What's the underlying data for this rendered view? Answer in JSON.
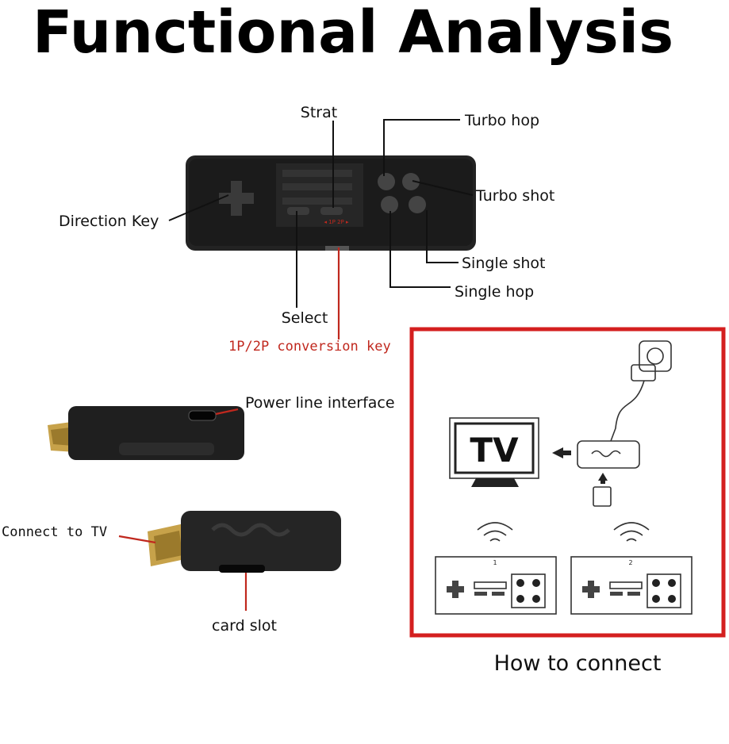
{
  "title": "Functional Analysis",
  "controller_labels": {
    "start": "Strat",
    "turbo_hop": "Turbo hop",
    "turbo_shot": "Turbo shot",
    "direction_key": "Direction Key",
    "single_shot": "Single shot",
    "single_hop": "Single hop",
    "select": "Select",
    "conversion_key": "1P/2P conversion key"
  },
  "controller_markings": {
    "mode": "◂ 1P  2P ▸"
  },
  "stick_labels": {
    "power": "Power line interface",
    "connect_tv": "Connect to TV",
    "card_slot": "card slot"
  },
  "how_to_connect": {
    "caption": "How to connect",
    "tv_text": "TV",
    "controller_1": "1",
    "controller_2": "2"
  },
  "colors": {
    "accent_red": "#d41f1f",
    "label_red": "#c0281e",
    "device_dark": "#2a2a2a"
  }
}
